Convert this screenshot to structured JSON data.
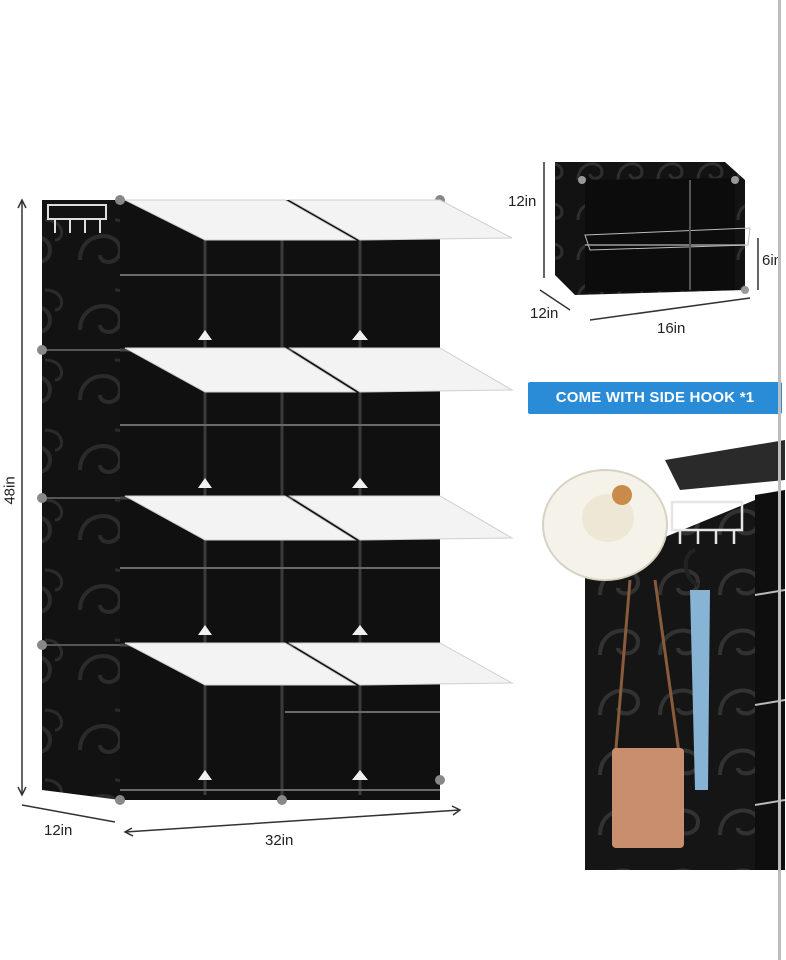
{
  "dimensions": {
    "main_height": "48in",
    "main_depth": "12in",
    "main_width": "32in",
    "cube_height": "12in",
    "cube_depth": "12in",
    "cube_width": "16in",
    "shelf_gap": "6in"
  },
  "badge": {
    "label": "COME WITH SIDE HOOK *1"
  },
  "colors": {
    "panel": "#151515",
    "door": "#f2f2f2",
    "badge": "#2a8bd6"
  }
}
